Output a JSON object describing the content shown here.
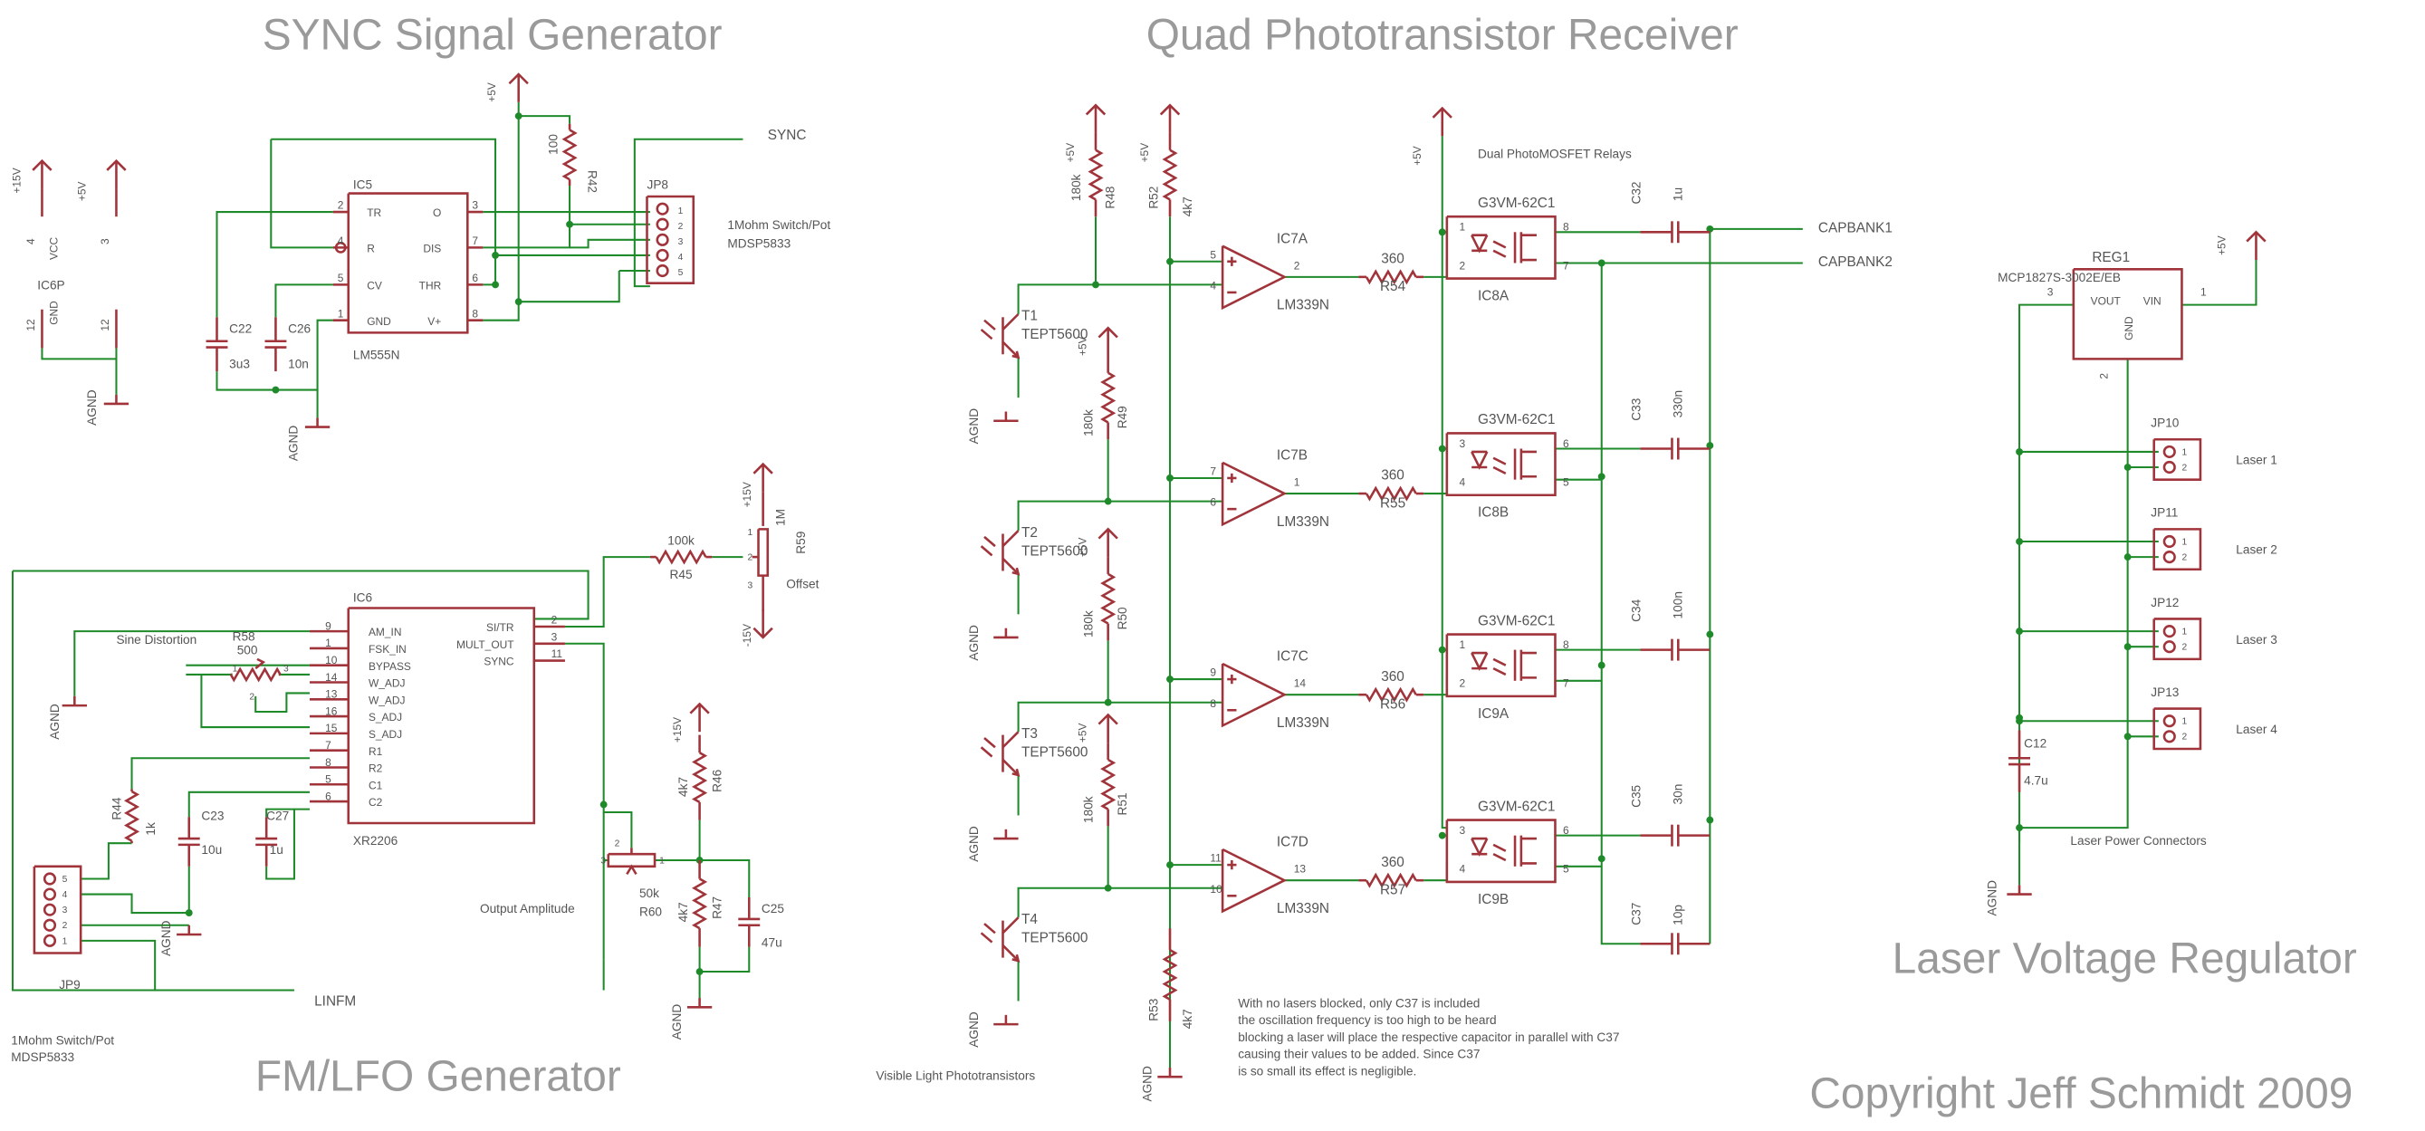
{
  "colors": {
    "symbol": "#a0343a",
    "wire": "#1e8a2a",
    "label": "#555555",
    "title": "#9a9a9a",
    "junction": "#1e8a2a"
  },
  "sections": {
    "sync": "SYNC Signal Generator",
    "receiver": "Quad Phototransistor Receiver",
    "fmlfo": "FM/LFO Generator",
    "regulator": "Laser Voltage Regulator",
    "copyright": "Copyright Jeff Schmidt 2009"
  },
  "rails": {
    "p15": "+15V",
    "p5": "+5V",
    "m15": "-15V",
    "agnd": "AGND"
  },
  "sync": {
    "ic6p": {
      "name": "IC6P",
      "pin_vcc": "4",
      "vcc": "VCC",
      "pin_gnd": "12",
      "gnd": "GND",
      "pin_a": "3",
      "pin_b": "12"
    },
    "ic5": {
      "name": "IC5",
      "part": "LM555N",
      "left_pins": [
        {
          "num": "2",
          "name": "TR"
        },
        {
          "num": "4",
          "name": "R"
        },
        {
          "num": "5",
          "name": "CV"
        },
        {
          "num": "1",
          "name": "GND"
        }
      ],
      "right_pins": [
        {
          "num": "3",
          "name": "O"
        },
        {
          "num": "7",
          "name": "DIS"
        },
        {
          "num": "6",
          "name": "THR"
        },
        {
          "num": "8",
          "name": "V+"
        }
      ]
    },
    "r42": {
      "name": "R42",
      "value": "100"
    },
    "c22": {
      "name": "C22",
      "value": "3u3"
    },
    "c26": {
      "name": "C26",
      "value": "10n"
    },
    "jp8": {
      "name": "JP8",
      "pins": [
        "1",
        "2",
        "3",
        "4",
        "5"
      ]
    },
    "jp8_note": [
      "1Mohm Switch/Pot",
      "MDSP5833"
    ],
    "sync_label": "SYNC"
  },
  "fm": {
    "ic6": {
      "name": "IC6",
      "part": "XR2206",
      "left_pins": [
        {
          "num": "9",
          "name": "AM_IN"
        },
        {
          "num": "1",
          "name": "FSK_IN"
        },
        {
          "num": "10",
          "name": "BYPASS"
        },
        {
          "num": "14",
          "name": "W_ADJ"
        },
        {
          "num": "13",
          "name": "W_ADJ"
        },
        {
          "num": "16",
          "name": "S_ADJ"
        },
        {
          "num": "15",
          "name": "S_ADJ"
        },
        {
          "num": "7",
          "name": "R1"
        },
        {
          "num": "8",
          "name": "R2"
        },
        {
          "num": "5",
          "name": "C1"
        },
        {
          "num": "6",
          "name": "C2"
        }
      ],
      "right_pins": [
        {
          "num": "2",
          "name": "SI/TR"
        },
        {
          "num": "3",
          "name": "MULT_OUT"
        },
        {
          "num": "11",
          "name": "SYNC"
        }
      ]
    },
    "sine_distortion": "Sine Distortion",
    "r58": {
      "name": "R58",
      "value": "500",
      "pins": [
        "1",
        "3",
        "2"
      ]
    },
    "r44": {
      "name": "R44",
      "value": "1k"
    },
    "c23": {
      "name": "C23",
      "value": "10u"
    },
    "c27": {
      "name": "C27",
      "value": "1u"
    },
    "jp9": {
      "name": "JP9",
      "pins": [
        "5",
        "4",
        "3",
        "2",
        "1"
      ]
    },
    "jp9_note": [
      "1Mohm Switch/Pot",
      "MDSP5833"
    ],
    "linfm": "LINFM",
    "r45": {
      "name": "R45",
      "value": "100k"
    },
    "r59": {
      "name": "R59",
      "value": "1M",
      "pins": [
        "1",
        "2",
        "3"
      ]
    },
    "offset": "Offset",
    "r60": {
      "name": "R60",
      "value": "50k",
      "pins": [
        "3",
        "2",
        "1"
      ]
    },
    "output_amplitude": "Output Amplitude",
    "r46": {
      "name": "R46",
      "value": "4k7"
    },
    "r47": {
      "name": "R47",
      "value": "4k7"
    },
    "c25": {
      "name": "C25",
      "value": "47u"
    }
  },
  "receiver": {
    "comparators": [
      {
        "name": "IC7A",
        "part": "LM339N",
        "plus": "5",
        "minus": "4",
        "out": "2"
      },
      {
        "name": "IC7B",
        "part": "LM339N",
        "plus": "7",
        "minus": "6",
        "out": "1"
      },
      {
        "name": "IC7C",
        "part": "LM339N",
        "plus": "9",
        "minus": "8",
        "out": "14"
      },
      {
        "name": "IC7D",
        "part": "LM339N",
        "plus": "11",
        "minus": "10",
        "out": "13"
      }
    ],
    "transistors": [
      {
        "name": "T1",
        "part": "TEPT5600"
      },
      {
        "name": "T2",
        "part": "TEPT5600"
      },
      {
        "name": "T3",
        "part": "TEPT5600"
      },
      {
        "name": "T4",
        "part": "TEPT5600"
      }
    ],
    "pullups": [
      {
        "name": "R48",
        "value": "180k"
      },
      {
        "name": "R49",
        "value": "180k"
      },
      {
        "name": "R50",
        "value": "180k"
      },
      {
        "name": "R51",
        "value": "180k"
      }
    ],
    "series_r": [
      {
        "name": "R54",
        "value": "360"
      },
      {
        "name": "R55",
        "value": "360"
      },
      {
        "name": "R56",
        "value": "360"
      },
      {
        "name": "R57",
        "value": "360"
      }
    ],
    "r52": {
      "name": "R52",
      "value": "4k7"
    },
    "r53": {
      "name": "R53",
      "value": "4k7"
    },
    "relays": [
      {
        "name": "IC8A",
        "part": "G3VM-62C1",
        "pins": [
          "1",
          "2",
          "8",
          "7"
        ]
      },
      {
        "name": "IC8B",
        "part": "G3VM-62C1",
        "pins": [
          "3",
          "4",
          "6",
          "5"
        ]
      },
      {
        "name": "IC9A",
        "part": "G3VM-62C1",
        "pins": [
          "1",
          "2",
          "8",
          "7"
        ]
      },
      {
        "name": "IC9B",
        "part": "G3VM-62C1",
        "pins": [
          "3",
          "4",
          "6",
          "5"
        ]
      }
    ],
    "relays_title": "Dual PhotoMOSFET Relays",
    "caps": [
      {
        "name": "C32",
        "value": "1u"
      },
      {
        "name": "C33",
        "value": "330n"
      },
      {
        "name": "C34",
        "value": "100n"
      },
      {
        "name": "C35",
        "value": "30n"
      },
      {
        "name": "C37",
        "value": "10p"
      }
    ],
    "capbank1": "CAPBANK1",
    "capbank2": "CAPBANK2",
    "photo_label": "Visible Light Phototransistors",
    "note": [
      "With no lasers blocked, only C37 is included",
      "the oscillation frequency is too high to be heard",
      "blocking a laser will place the respective capacitor in parallel with C37",
      "causing their values to be added.  Since C37",
      "is so small its effect is negligible."
    ]
  },
  "regulator": {
    "reg1": {
      "name": "REG1",
      "part": "MCP1827S-3002E/EB",
      "vout": "VOUT",
      "vin": "VIN",
      "gnd": "GND",
      "pin_vout": "3",
      "pin_vin": "1",
      "pin_gnd": "2"
    },
    "jumpers": [
      {
        "name": "JP10",
        "label": "Laser 1"
      },
      {
        "name": "JP11",
        "label": "Laser 2"
      },
      {
        "name": "JP12",
        "label": "Laser 3"
      },
      {
        "name": "JP13",
        "label": "Laser 4"
      }
    ],
    "jumper_pins": [
      "1",
      "2"
    ],
    "c12": {
      "name": "C12",
      "value": "4.7u"
    },
    "connectors_label": "Laser Power Connectors"
  }
}
